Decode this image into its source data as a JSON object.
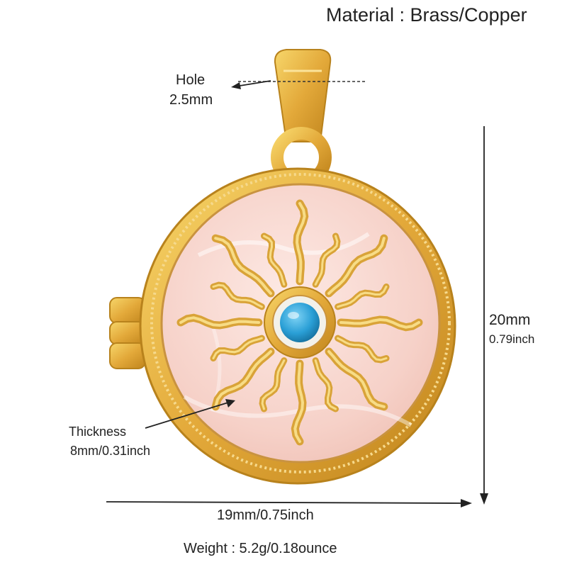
{
  "material": "Material : Brass/Copper",
  "hole": {
    "title": "Hole",
    "size": "2.5mm"
  },
  "height": {
    "mm": "20mm",
    "inch": "0.79inch"
  },
  "thickness": {
    "title": "Thickness",
    "value": "8mm/0.31inch"
  },
  "width": {
    "value": "19mm/0.75inch"
  },
  "weight": "Weight : 5.2g/0.18ounce",
  "colors": {
    "gold": "#e8b53a",
    "gold_dark": "#b8821c",
    "enamel": "#f8d6cf",
    "gem": "#2a9fd6"
  },
  "icons": [
    "pendant-image",
    "sun-motif",
    "blue-gem"
  ]
}
